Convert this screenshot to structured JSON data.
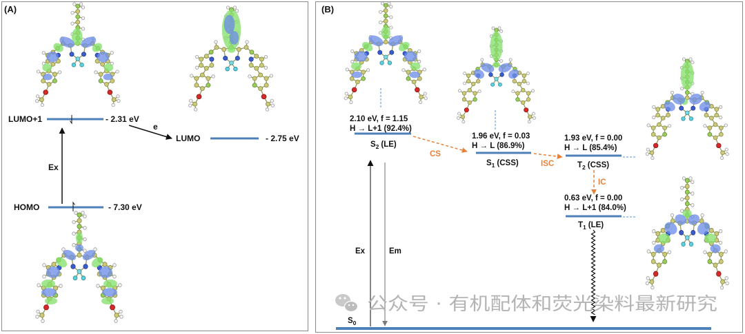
{
  "panel_a": {
    "label": "(A)",
    "lumo_plus1": {
      "name": "LUMO+1",
      "energy": "- 2.31 eV"
    },
    "lumo": {
      "name": "LUMO",
      "energy": "- 2.75 eV"
    },
    "homo": {
      "name": "HOMO",
      "energy": "- 7.30 eV"
    },
    "excitation_label": "Ex",
    "electron_transfer_label": "e"
  },
  "panel_b": {
    "label": "(B)",
    "states": [
      {
        "energy_osc": "2.10 eV, f = 1.15",
        "transition": "H → L+1 (92.4%)",
        "symbol": "S",
        "index": "2",
        "character": "(LE)"
      },
      {
        "energy_osc": "1.96 eV, f = 0.03",
        "transition": "H → L (86.9%)",
        "symbol": "S",
        "index": "1",
        "character": "(CSS)"
      },
      {
        "energy_osc": "1.93 eV, f = 0.00",
        "transition": "H → L (85.4%)",
        "symbol": "T",
        "index": "2",
        "character": "(CSS)"
      },
      {
        "energy_osc": "0.63 eV, f = 0.00",
        "transition": "H → L+1 (84.0%)",
        "symbol": "T",
        "index": "1",
        "character": "(LE)"
      }
    ],
    "ground_state": {
      "symbol": "S",
      "index": "0"
    },
    "processes": {
      "excitation": "Ex",
      "emission": "Em",
      "charge_separation": "CS",
      "intersystem_crossing": "ISC",
      "internal_conversion": "IC"
    }
  },
  "watermark": {
    "icon": "wechat-icon",
    "text": "公众号 · 有机配体和荧光染料最新研究"
  },
  "colors": {
    "level_line": "#4d80b8",
    "connector": "#5b8fd0",
    "process_arrow": "#e8823a",
    "orbital_lobe_blue": "#6f8fe8",
    "orbital_lobe_green": "#86e06e",
    "watermark": "#b4b4b4"
  }
}
